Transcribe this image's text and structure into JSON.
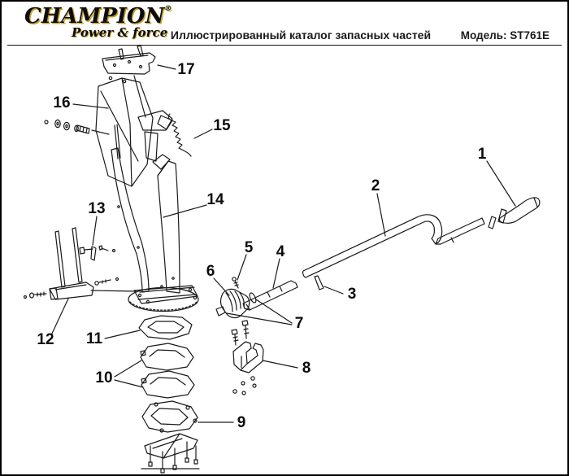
{
  "header": {
    "brand_name": "CHAMPION",
    "brand_reg": "®",
    "brand_tagline": "Power & force",
    "brand_accent_color": "#c9a227",
    "title": "Иллюстрированный каталог запасных частей",
    "model": "Модель: ST761E"
  },
  "diagram": {
    "callouts": [
      "1",
      "2",
      "3",
      "4",
      "5",
      "6",
      "7",
      "8",
      "9",
      "10",
      "11",
      "12",
      "13",
      "14",
      "15",
      "16",
      "17"
    ]
  }
}
